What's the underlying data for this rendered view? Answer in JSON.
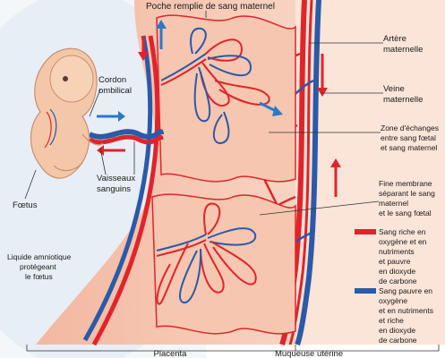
{
  "labels": {
    "poche": "Poche remplie de sang maternel",
    "artere_l1": "Artère",
    "artere_l2": "maternelle",
    "cordon_l1": "Cordon",
    "cordon_l2": "ombilical",
    "veine_l1": "Veine",
    "veine_l2": "maternelle",
    "zone_l1": "Zone d'échanges",
    "zone_l2": "entre sang fœtal",
    "zone_l3": "et sang maternel",
    "vaisseaux_l1": "Vaisseaux",
    "vaisseaux_l2": "sanguins",
    "foetus": "Fœtus",
    "membrane_l1": "Fine membrane",
    "membrane_l2": "séparant le sang",
    "membrane_l3": "maternel",
    "membrane_l4": "et le sang fœtal",
    "liquide_l1": "Liquide amniotique",
    "liquide_l2": "protégeant",
    "liquide_l3": "le fœtus",
    "legend_red_l1": "Sang riche en",
    "legend_red_l2": "oxygène et en",
    "legend_red_l3": "nutriments",
    "legend_red_l4": "et pauvre",
    "legend_red_l5": "en dioxyde",
    "legend_red_l6": "de carbone",
    "legend_blue_l1": "Sang pauvre en",
    "legend_blue_l2": "oxygène",
    "legend_blue_l3": "et en nutriments",
    "legend_blue_l4": "et riche",
    "legend_blue_l5": "en dioxyde",
    "legend_blue_l6": "de carbone",
    "placenta": "Placenta",
    "muqueuse": "Muqueuse utérine"
  },
  "colors": {
    "red_blood": "#e0242a",
    "blue_blood": "#2a5aa8",
    "placenta_fill": "#f6c9b4",
    "muqueuse_fill": "#f9d9c8",
    "amniotic": "#e9eff5",
    "foetus_skin": "#f4c7a8"
  },
  "icons": {
    "red_legend": "red-blood-legend-bar",
    "blue_legend": "blue-blood-legend-bar"
  }
}
